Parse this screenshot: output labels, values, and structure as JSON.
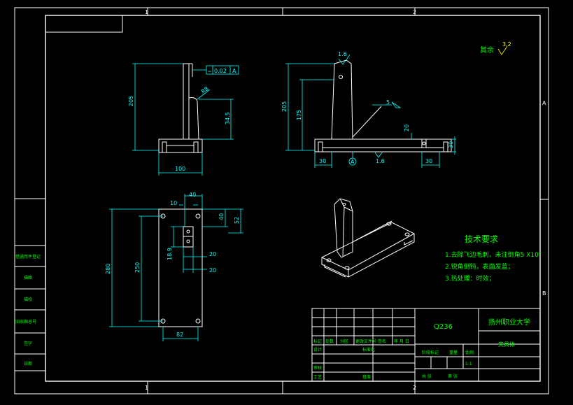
{
  "zones": {
    "top": [
      "1",
      "2"
    ],
    "bottom": [
      "1",
      "2"
    ],
    "right": [
      "A",
      "B"
    ]
  },
  "dims": {
    "front_height": "205",
    "front_width": "100",
    "front_r": "R8",
    "front_h2": "34.5",
    "flatness_tol": "0.02",
    "flatness_datum": "A",
    "side_height": "205",
    "side_h2": "175",
    "side_base_h": "30",
    "side_step": "20",
    "side_left": "30",
    "side_right": "30",
    "side_rough_top": "1.6",
    "side_rough_bottom": "1.6",
    "side_datum": "A",
    "weld_size": "5",
    "top_height": "280",
    "top_h2": "250",
    "top_w": "82",
    "top_40": "40",
    "top_10": "10",
    "top_40b": "40",
    "top_52": "52",
    "top_189": "18.9",
    "top_20a": "20",
    "top_20b": "20"
  },
  "roughness_rest": {
    "label": "其余",
    "value": "3.2"
  },
  "tech_requirements": {
    "title": "技术要求",
    "items": [
      "1.去除飞边毛刺，未注倒角5 X10°",
      "2.锐角倒钝，表面发蓝；",
      "3.热处理：时效；"
    ]
  },
  "title_block": {
    "material": "Q236",
    "school": "扬州职业大学",
    "part_name": "夹具体",
    "scale": "1:1",
    "cells": {
      "designer": "设计",
      "std": "标准化",
      "stage": "阶段标记",
      "weight": "重量",
      "ratio": "比例",
      "process": "工艺",
      "approve": "批准",
      "check": "审核",
      "sign": "签名",
      "date": "年 月 日",
      "mark": "标记",
      "count": "处数",
      "zone": "分区",
      "docno": "更改文件号",
      "sheets": "共 张",
      "sheet": "第 张"
    }
  },
  "side_table": [
    "借通用件登记",
    "描图",
    "描校",
    "旧底图总号",
    "签字",
    "日期"
  ]
}
